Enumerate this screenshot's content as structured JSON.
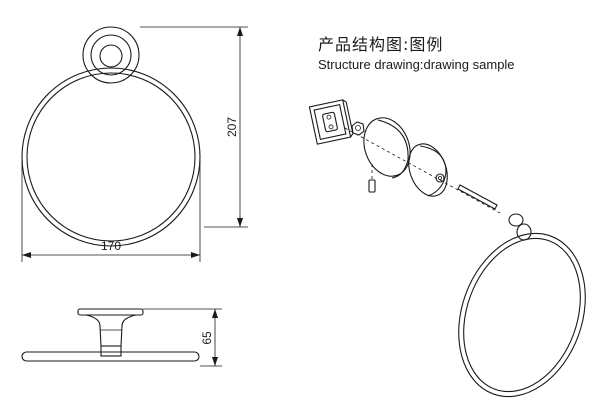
{
  "title": {
    "chinese": "产品结构图:图例",
    "english": "Structure drawing:drawing sample"
  },
  "dimensions": {
    "width": "170",
    "height": "207",
    "depth": "65"
  }
}
